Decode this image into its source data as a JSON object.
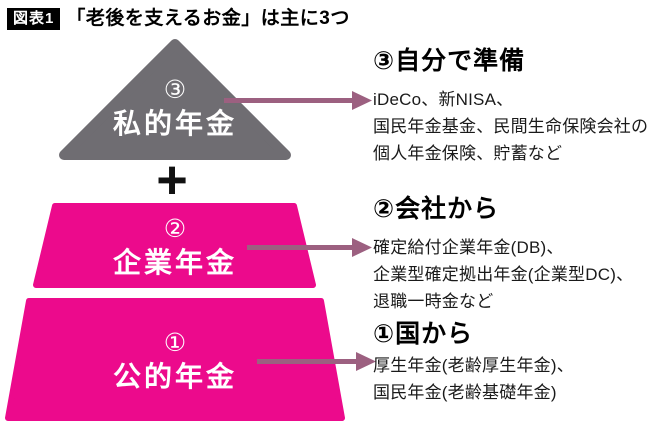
{
  "figure": {
    "tag": "図表1",
    "title": "「老後を支えるお金」は主に3つ"
  },
  "colors": {
    "magenta": "#ec0a8c",
    "gray": "#6f6d72",
    "arrow": "#9c6080",
    "text": "#1a1a1a"
  },
  "pyramid": {
    "plus_sign": "+",
    "levels": [
      {
        "number": "③",
        "label": "私的年金"
      },
      {
        "number": "②",
        "label": "企業年金"
      },
      {
        "number": "①",
        "label": "公的年金"
      }
    ]
  },
  "annotations": [
    {
      "heading": "③自分で準備",
      "lines": [
        "iDeCo、新NISA、",
        "国民年金基金、民間生命保険会社の",
        "個人年金保険、貯蓄など"
      ]
    },
    {
      "heading": "②会社から",
      "lines": [
        "確定給付企業年金(DB)、",
        "企業型確定拠出年金(企業型DC)、",
        "退職一時金など"
      ]
    },
    {
      "heading": "①国から",
      "lines": [
        "厚生年金(老齢厚生年金)、",
        "国民年金(老齢基礎年金)"
      ]
    }
  ]
}
